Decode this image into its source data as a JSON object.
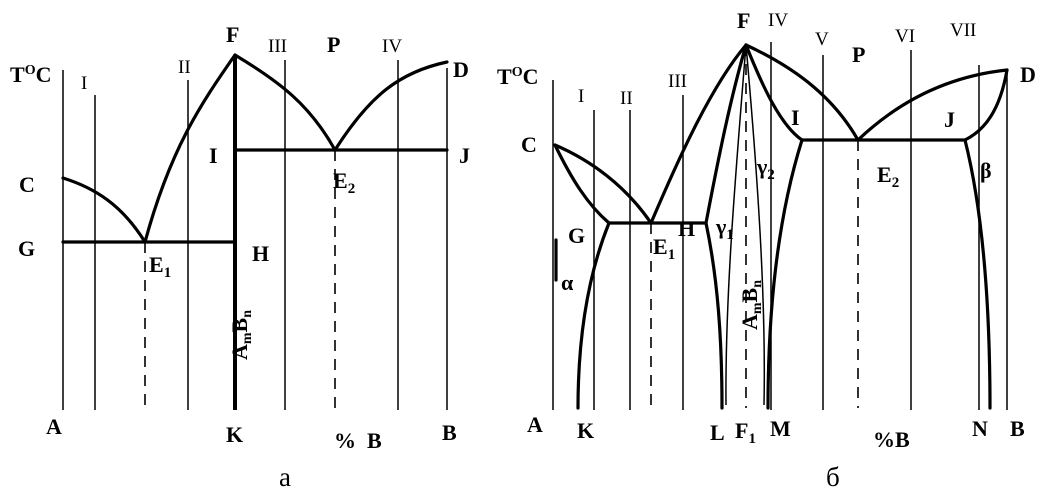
{
  "diagram_a": {
    "axis_temp": "T",
    "axis_deg": "O",
    "axis_unit": "C",
    "zones": [
      "I",
      "II",
      "III",
      "IV"
    ],
    "points": {
      "A": "A",
      "K": "K",
      "B_axis": "B",
      "percent_b": "%  B",
      "C": "C",
      "G": "G",
      "E1_main": "E",
      "E1_sub": "1",
      "H": "H",
      "F": "F",
      "I": "I",
      "J": "J",
      "P": "P",
      "E2_main": "E",
      "E2_sub": "2",
      "D": "D",
      "compound": "AmBn"
    },
    "caption": "а"
  },
  "diagram_b": {
    "axis_temp": "T",
    "axis_deg": "O",
    "axis_unit": "C",
    "zones": [
      "I",
      "II",
      "III",
      "IV",
      "V",
      "VI",
      "VII"
    ],
    "points": {
      "A": "A",
      "K": "K",
      "L": "L",
      "F1_main": "F",
      "F1_sub": "1",
      "M": "M",
      "percent_b": "%B",
      "N": "N",
      "B_axis": "B",
      "C": "C",
      "G": "G",
      "E1_main": "E",
      "E1_sub": "1",
      "H": "H",
      "gamma1_main": "γ",
      "gamma1_sub": "1",
      "alpha": "α",
      "F": "F",
      "I": "I",
      "gamma2_main": "γ",
      "gamma2_sub": "2",
      "P": "P",
      "E2_main": "E",
      "E2_sub": "2",
      "J": "J",
      "beta": "β",
      "D": "D",
      "compound": "AmBn"
    },
    "caption": "б"
  }
}
